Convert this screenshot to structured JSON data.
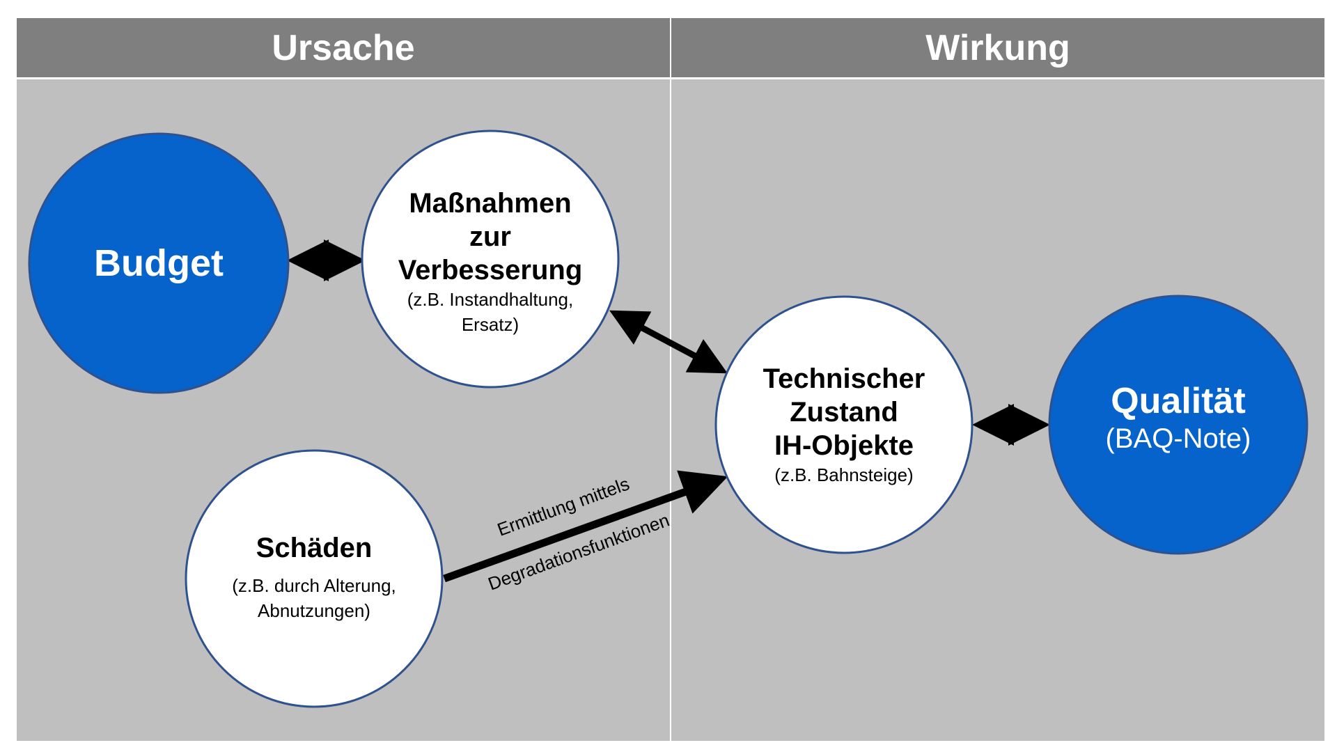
{
  "headers": {
    "cause": "Ursache",
    "effect": "Wirkung"
  },
  "nodes": {
    "budget": {
      "title": "Budget"
    },
    "measures": {
      "title_lines": [
        "Maßnahmen",
        "zur",
        "Verbesserung"
      ],
      "sub_lines": [
        "(z.B. Instandhaltung,",
        "Ersatz)"
      ]
    },
    "damages": {
      "title": "Schäden",
      "sub_lines": [
        "(z.B. durch Alterung,",
        "Abnutzungen)"
      ]
    },
    "condition": {
      "title_lines": [
        "Technischer",
        "Zustand",
        "IH-Objekte"
      ],
      "sub": "(z.B. Bahnsteige)"
    },
    "quality": {
      "title": "Qualität",
      "sub": "(BAQ-Note)"
    }
  },
  "edges": {
    "degradation_label_1": "Ermittlung mittels",
    "degradation_label_2": "Degradationsfunktionen"
  },
  "colors": {
    "header_bg": "#7f7f7f",
    "panel_bg": "#bfbfbf",
    "blue_fill": "#0563cb",
    "circle_stroke": "#2f528f",
    "white": "#ffffff",
    "arrow": "#000000"
  }
}
